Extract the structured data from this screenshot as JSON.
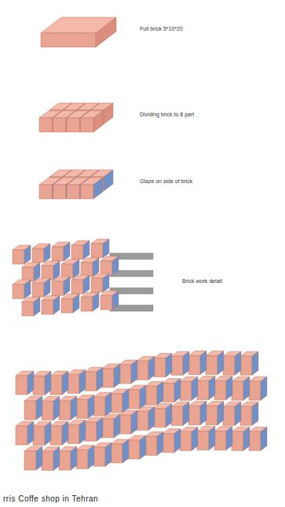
{
  "diagram": {
    "caption": "rris Coffe shop in Tehran",
    "labels": [
      "Full brick 5*10*20",
      "Dividing brick to 8 part",
      "Glaze on side of brick",
      "Brick work detail"
    ]
  }
}
